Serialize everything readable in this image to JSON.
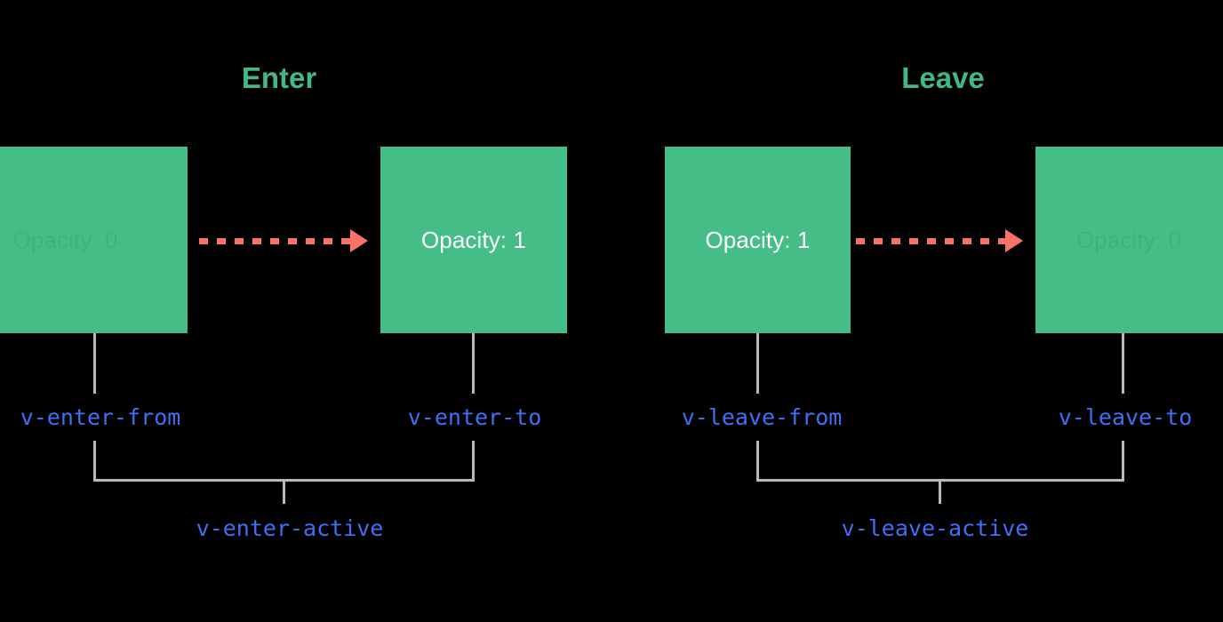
{
  "diagram": {
    "title_enter": "Enter",
    "title_leave": "Leave",
    "background_color": "#000000",
    "box_color": "#45bd86",
    "title_color": "#42b883",
    "class_label_color": "#3d6ff7",
    "arrow_color": "#fb7268",
    "connector_color": "#b9b9b9"
  },
  "enter": {
    "title": "Enter",
    "from_box": {
      "label": "Opacity: 0",
      "faded": true
    },
    "to_box": {
      "label": "Opacity: 1",
      "faded": false
    },
    "from_class": "v-enter-from",
    "to_class": "v-enter-to",
    "active_class": "v-enter-active",
    "arrow": "dashed-right-arrow"
  },
  "leave": {
    "title": "Leave",
    "from_box": {
      "label": "Opacity: 1",
      "faded": false
    },
    "to_box": {
      "label": "Opacity: 0",
      "faded": true
    },
    "from_class": "v-leave-from",
    "to_class": "v-leave-to",
    "active_class": "v-leave-active",
    "arrow": "dashed-right-arrow"
  }
}
